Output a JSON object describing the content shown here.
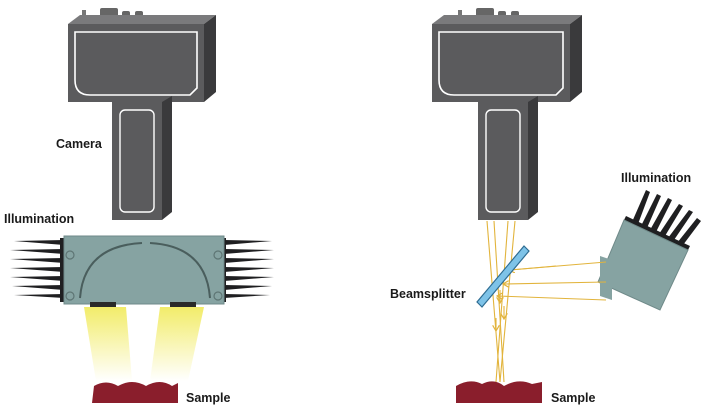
{
  "labels": {
    "left_camera": "Camera",
    "left_illumination": "Illumination",
    "left_sample": "Sample",
    "right_illumination": "Illumination",
    "right_beamsplitter": "Beamsplitter",
    "right_sample": "Sample"
  },
  "colors": {
    "camera_body": "#5b5b5d",
    "camera_dark": "#333335",
    "camera_outline": "#ffffff",
    "illuminator_body": "#86a3a2",
    "fin": "#1f1f21",
    "sample": "#8a1e2c",
    "light_beam": "#f4ef8a",
    "ray": "#e2b43c",
    "beamsplitter": "#7ec3e8"
  }
}
